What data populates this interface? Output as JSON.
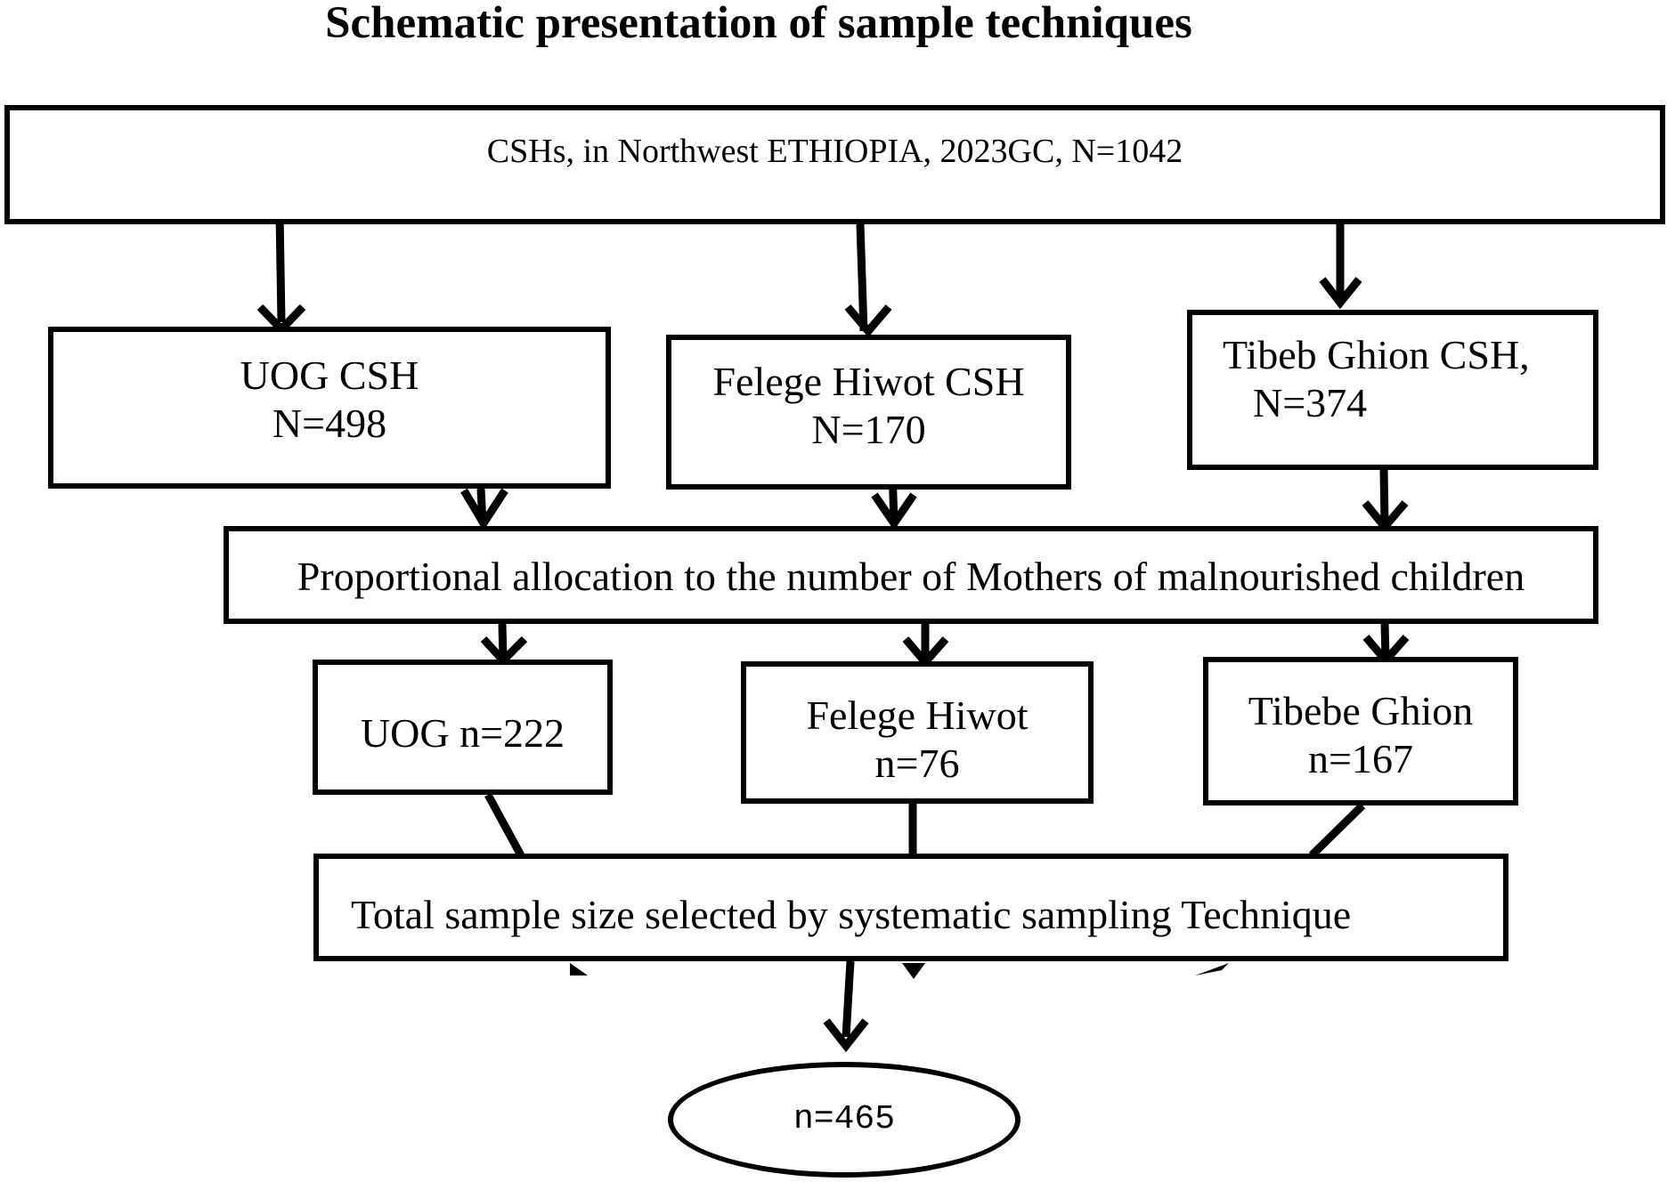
{
  "title": "Schematic presentation of sample techniques",
  "nodes": {
    "root": {
      "text": "CSHs, in Northwest ETHIOPIA, 2023GC, N=1042"
    },
    "uog_csh": {
      "line1": "UOG CSH",
      "line2": "N=498"
    },
    "felege_csh": {
      "line1": "Felege Hiwot CSH",
      "line2": "N=170"
    },
    "tibeb_csh": {
      "line1": "Tibeb Ghion CSH,",
      "line2": "N=374"
    },
    "allocation": {
      "text": "Proportional allocation to the number of Mothers of malnourished children"
    },
    "uog_sample": {
      "text": "UOG n=222"
    },
    "felege_sample": {
      "line1": "Felege Hiwot",
      "line2": "n=76"
    },
    "tibeb_sample": {
      "line1": "Tibebe Ghion",
      "line2": "n=167"
    },
    "total": {
      "text": "Total sample size selected by systematic sampling Technique"
    },
    "final": {
      "text": "n=465"
    }
  },
  "colors": {
    "stroke": "#000000",
    "background": "#ffffff"
  }
}
